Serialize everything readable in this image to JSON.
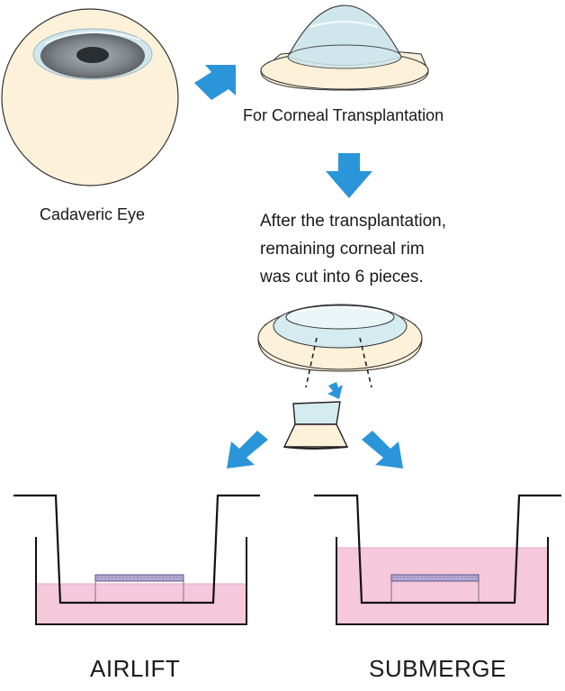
{
  "labels": {
    "cadaveric_eye": "Cadaveric Eye",
    "for_corneal_transplantation": "For Corneal Transplantation",
    "after_line1": "After the transplantation,",
    "after_line2": "remaining corneal rim",
    "after_line3": "was cut into 6 pieces.",
    "airlift": "AIRLIFT",
    "submerge": "SUBMERGE"
  },
  "colors": {
    "arrow": "#2a95d8",
    "eyeball": "#fdf1da",
    "cornea": "#d4ebf0",
    "iris": "#8a8f92",
    "medium": "#f5c8dc",
    "tissue": "#b3a7cf",
    "outline": "#222222"
  },
  "icons": {
    "arrow": "blue-arrow-icon"
  }
}
